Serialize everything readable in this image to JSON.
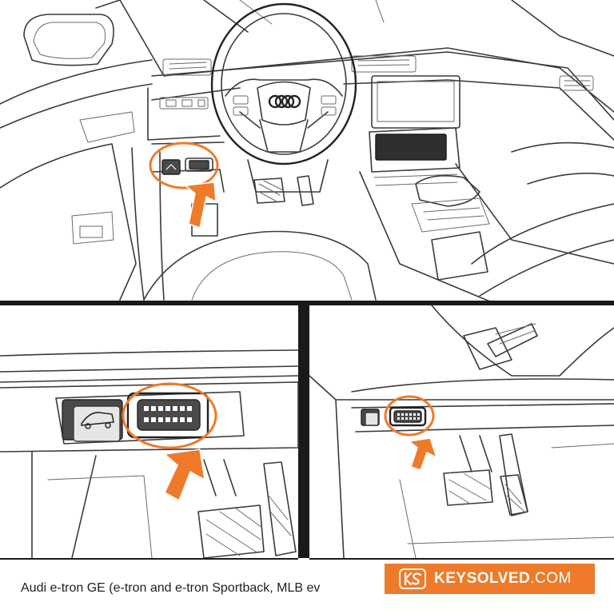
{
  "caption": "Audi e-tron GE (e-tron and e-tron Sportback, MLB ev",
  "brand": {
    "name": "KEYSOLVED",
    "suffix": ".COM",
    "mark_text": "KS"
  },
  "hood_release_icon": "car-hood-open-icon",
  "highlight_color": "#ee7a2a",
  "watermark_color": "#fbe3d2"
}
